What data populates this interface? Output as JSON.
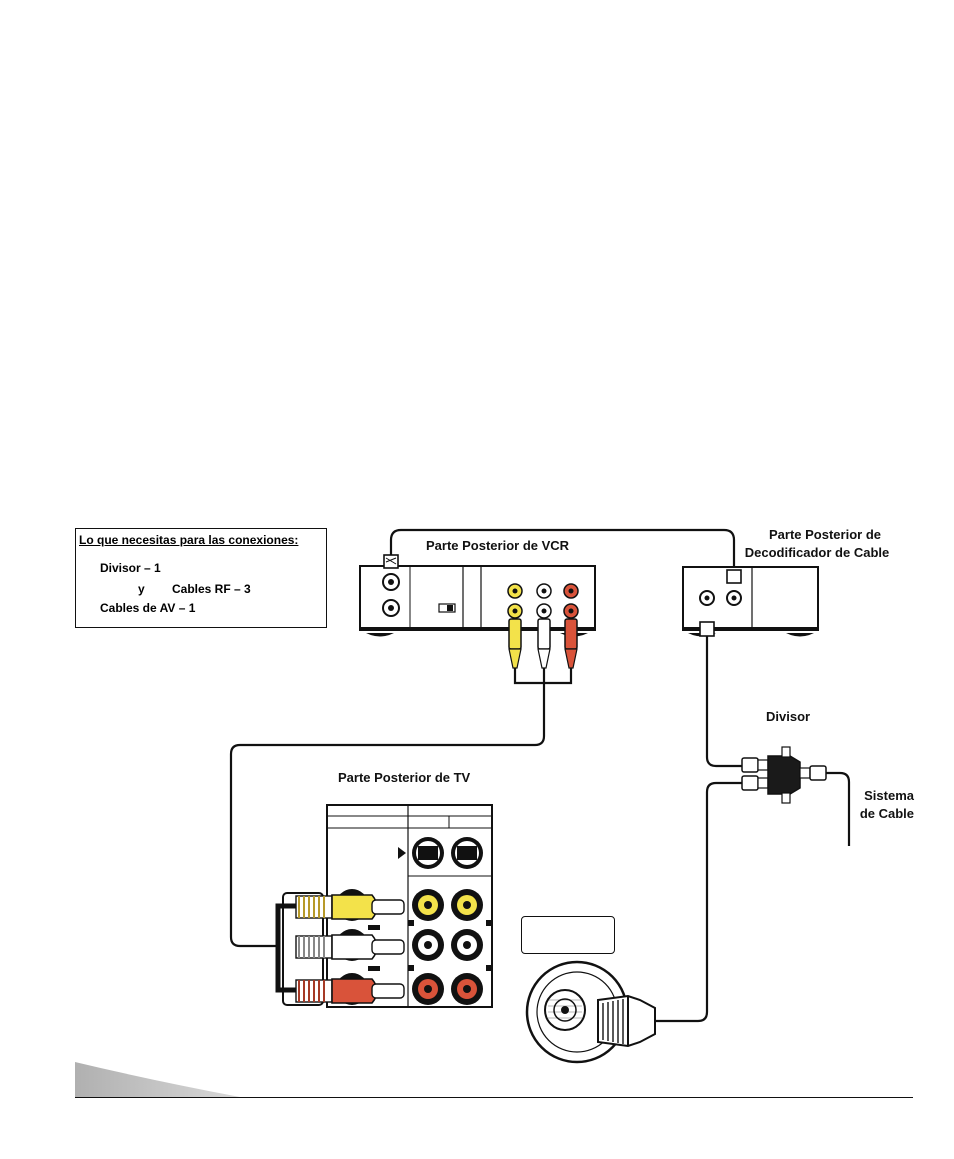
{
  "needs": {
    "title": "Lo que necesitas para las conexiones:",
    "items": [
      {
        "text": "Divisor – 1"
      },
      {
        "prefix": "y",
        "text": "Cables RF – 3"
      },
      {
        "text": "Cables de AV  – 1"
      }
    ]
  },
  "labels": {
    "vcr_back": "Parte Posterior de VCR",
    "decoder_back_line1": "Parte Posterior de",
    "decoder_back_line2": "Decodificador de Cable",
    "splitter": "Divisor",
    "cable_system_line1": "Sistema",
    "cable_system_line2": "de Cable",
    "tv_back": "Parte Posterior de TV"
  },
  "colors": {
    "rca_yellow": "#f3e24a",
    "rca_white": "#ffffff",
    "rca_red": "#d9533a",
    "footer_tab": "#bdbdbd"
  }
}
